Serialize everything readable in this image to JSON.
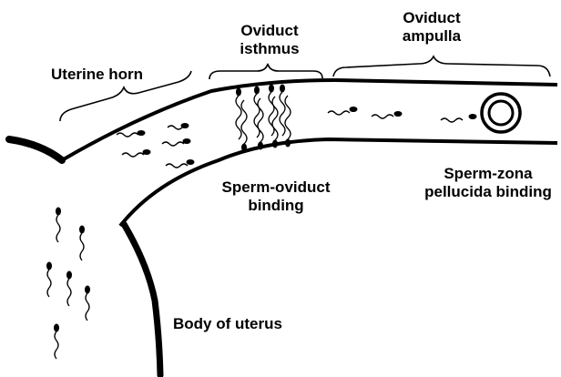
{
  "labels": {
    "oviduct_isthmus_line1": "Oviduct",
    "oviduct_isthmus_line2": "isthmus",
    "oviduct_ampulla_line1": "Oviduct",
    "oviduct_ampulla_line2": "ampulla",
    "uterine_horn": "Uterine horn",
    "sperm_oviduct_line1": "Sperm-oviduct",
    "sperm_oviduct_line2": "binding",
    "sperm_zona_line1": "Sperm-zona",
    "sperm_zona_line2": "pellucida binding",
    "body_of_uterus": "Body of uterus"
  },
  "colors": {
    "ink": "#000000",
    "background": "#ffffff"
  }
}
